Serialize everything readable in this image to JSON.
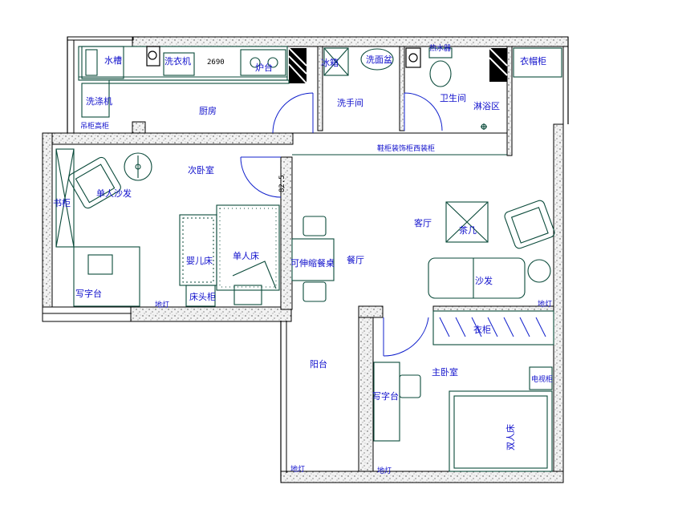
{
  "colors": {
    "label": "#1010cc",
    "furniture": "#0a4a3a",
    "door": "#1020cc",
    "wall": "#000000"
  },
  "dimensions": {
    "kitchen_width": "2690",
    "door_width": "82.5"
  },
  "rooms": {
    "sink": "水槽",
    "laundry_machine": "洗衣机",
    "range": "炉台",
    "washing_machine": "洗涤机",
    "fridge": "冰箱",
    "wash_basin": "洗面盆",
    "water_heater": "热水器",
    "kitchen": "厨房",
    "wash_room": "洗手间",
    "bathroom": "卫生间",
    "shower": "淋浴区",
    "wardrobe_top": "衣帽柜",
    "shoe_cabinet": "鞋柜装饰柜西装柜",
    "study": "次卧室",
    "single_sofa": "单人沙发",
    "bookcase": "书柜",
    "desk_left": "写字台",
    "bed_baby": "婴儿床",
    "bed_single": "单人床",
    "bedside": "床头柜",
    "dining_table": "可伸缩餐桌",
    "dining_hall": "餐厅",
    "living_room": "客厅",
    "tea_table": "茶几",
    "sofa": "沙发",
    "balcony": "阳台",
    "wardrobe": "衣柜",
    "desk_right": "写字台",
    "master_bedroom": "主卧室",
    "double_bed": "双人床",
    "tv_cabinet": "电视柜",
    "lamp_a": "地灯",
    "lamp_b": "地灯",
    "lamp_c": "地灯",
    "lamp_d": "地灯",
    "cabinet_small": "吊柜高柜"
  }
}
